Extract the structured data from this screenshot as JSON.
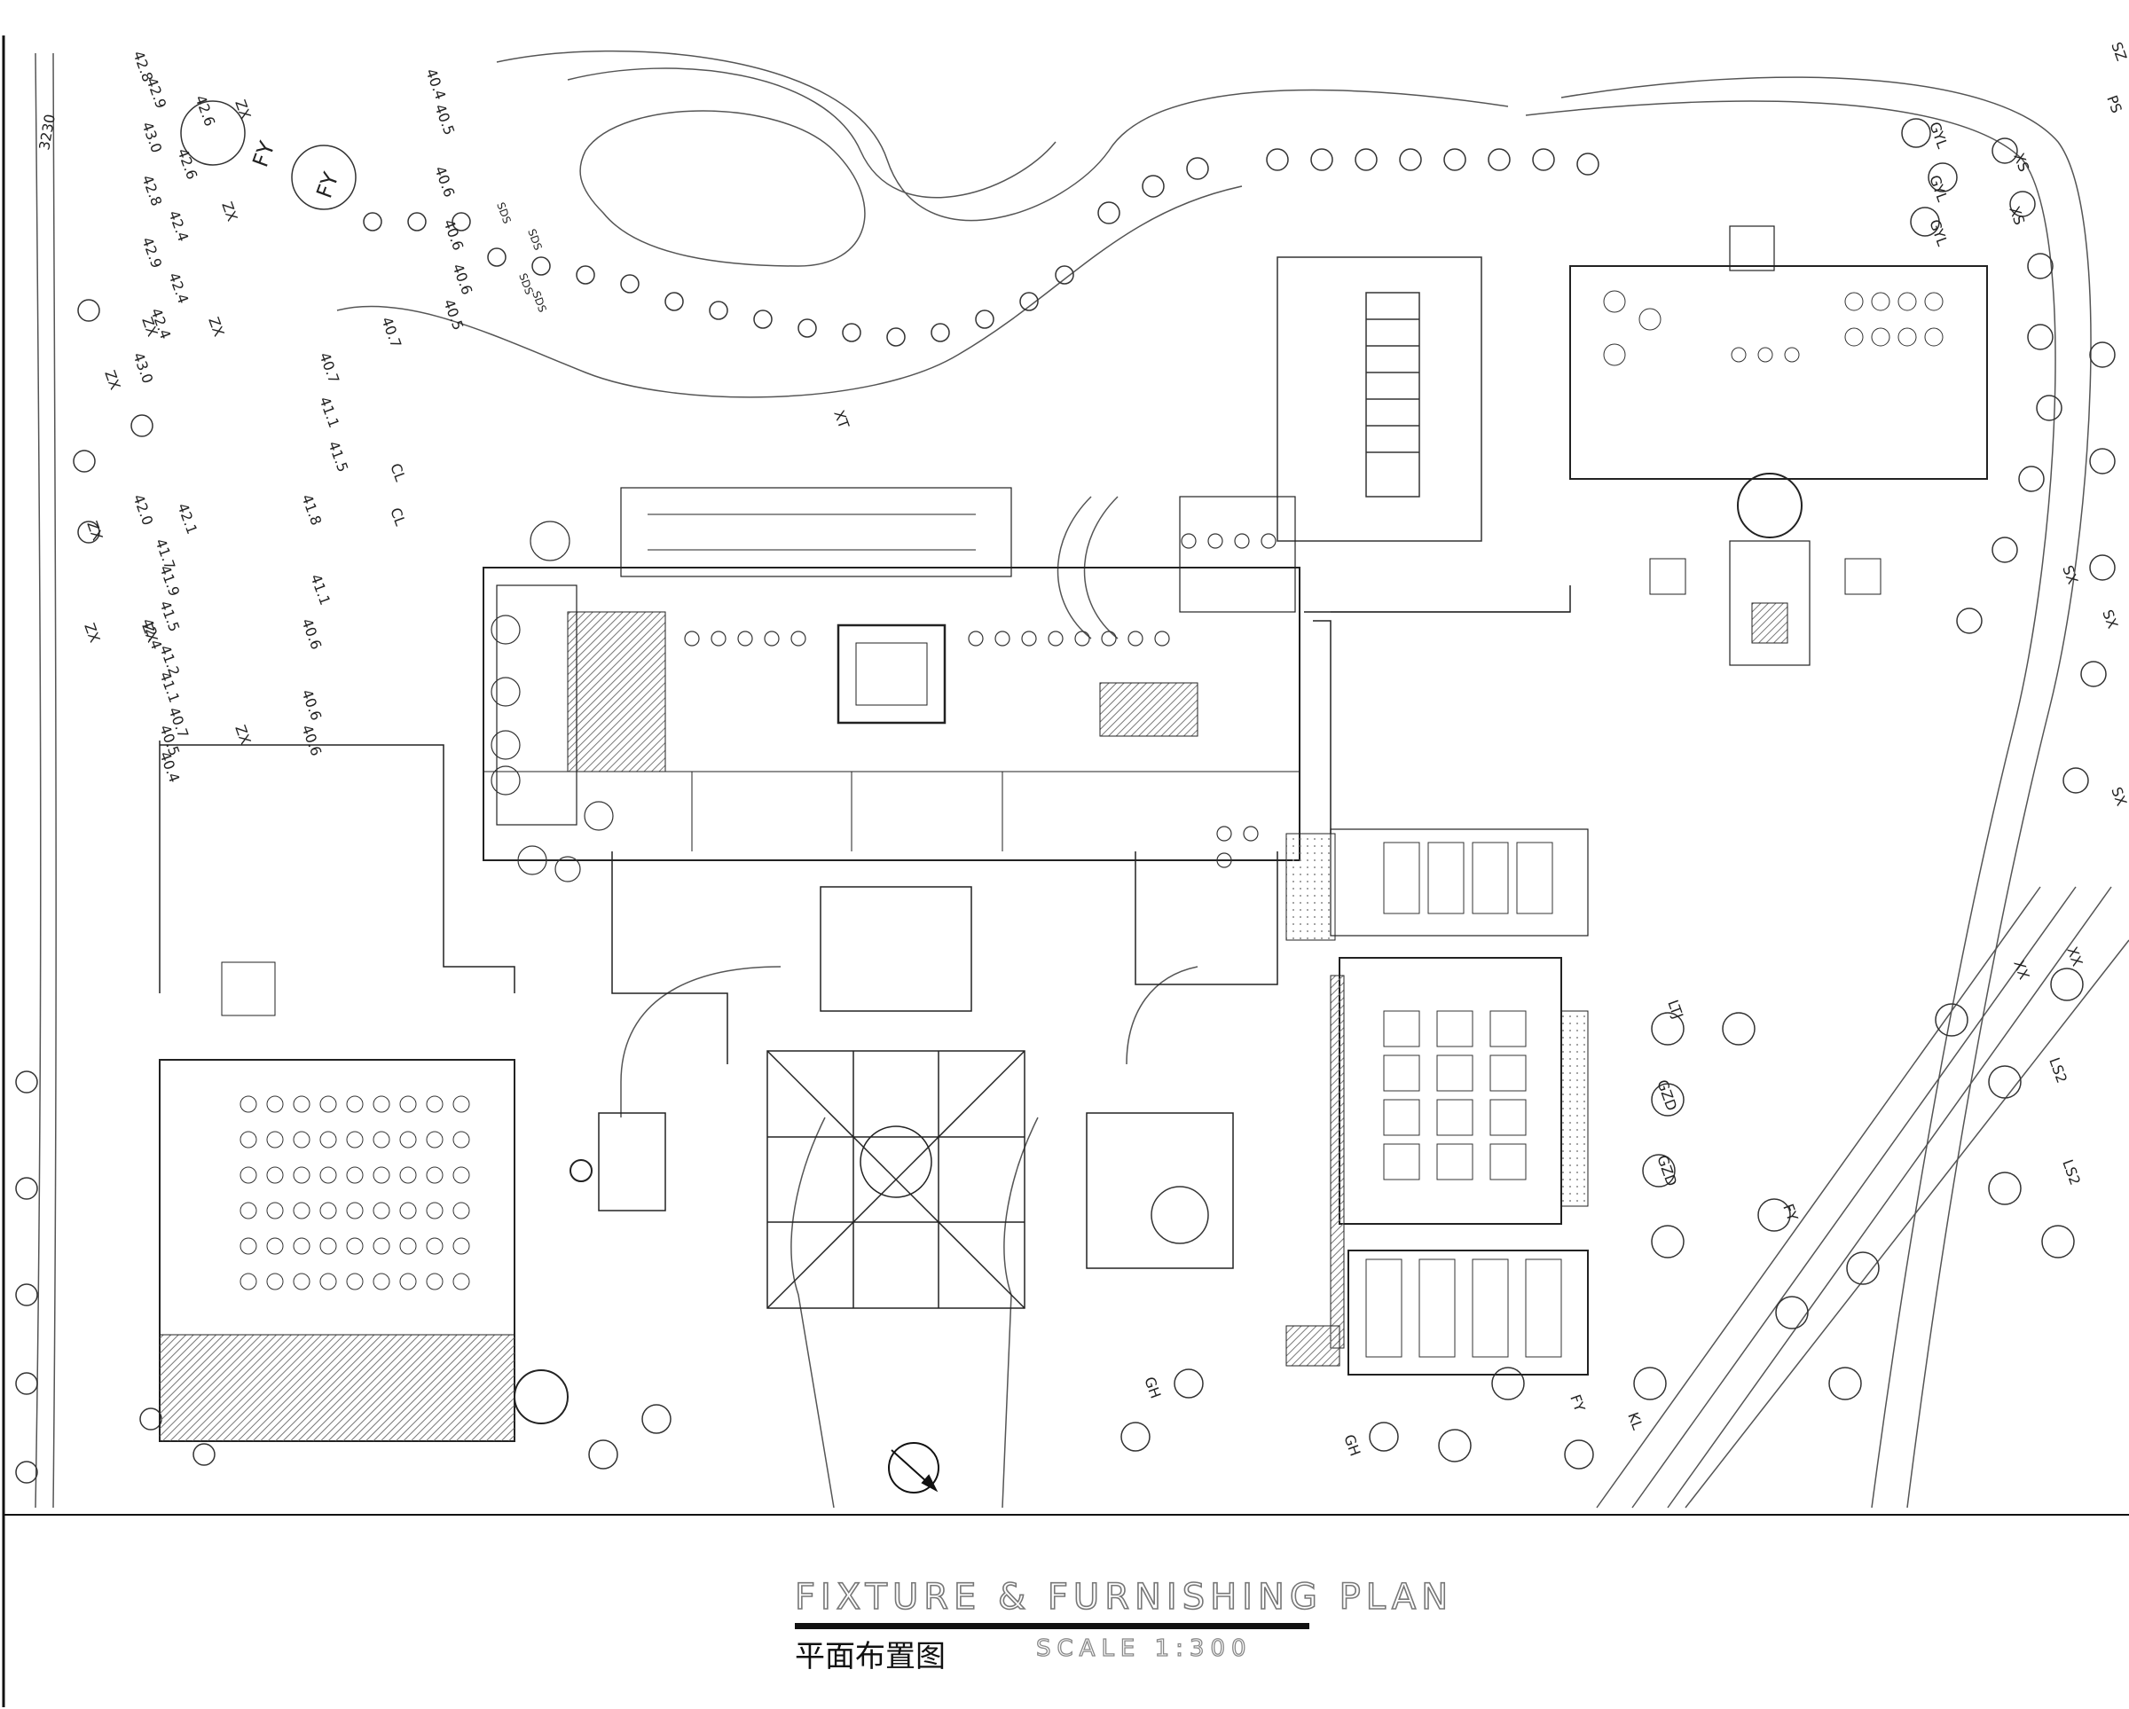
{
  "title": {
    "english": "FIXTURE & FURNISHING PLAN",
    "chinese": "平面布置图",
    "scale": "SCALE 1:300"
  },
  "elevation_marks": [
    "40.4",
    "40.5",
    "40.6",
    "40.6",
    "40.6",
    "40.5",
    "40.7",
    "40.7",
    "41.1",
    "41.5",
    "41.1",
    "41.8",
    "42.1",
    "42.0",
    "41.7",
    "41.9",
    "41.5",
    "42.4",
    "41.2",
    "41.1",
    "40.7",
    "40.5",
    "40.4",
    "40.6",
    "40.6",
    "40.6",
    "42.8",
    "42.9",
    "42.6",
    "43.0",
    "42.6",
    "42.8",
    "42.4",
    "42.9",
    "42.4",
    "42.4",
    "43.0"
  ],
  "plant_codes": [
    "ZX",
    "ZX",
    "ZX",
    "ZX",
    "ZX",
    "ZX",
    "ZX",
    "ZX",
    "ZX",
    "FY",
    "FY",
    "SDS",
    "SDS",
    "SDS",
    "SDS",
    "CL",
    "CL",
    "GYL",
    "GYL",
    "GYL",
    "SX",
    "SX",
    "SX",
    "XS",
    "XS",
    "XX",
    "XX",
    "LTJ",
    "KL",
    "FY",
    "FY",
    "GH",
    "GH",
    "GZD",
    "GZD",
    "LS2",
    "LS2",
    "SZ",
    "PS",
    "XT"
  ],
  "dimension": "3230",
  "colors": {
    "line": "#2a2a2a",
    "hatch": "#7a7a7a",
    "background": "#ffffff"
  }
}
